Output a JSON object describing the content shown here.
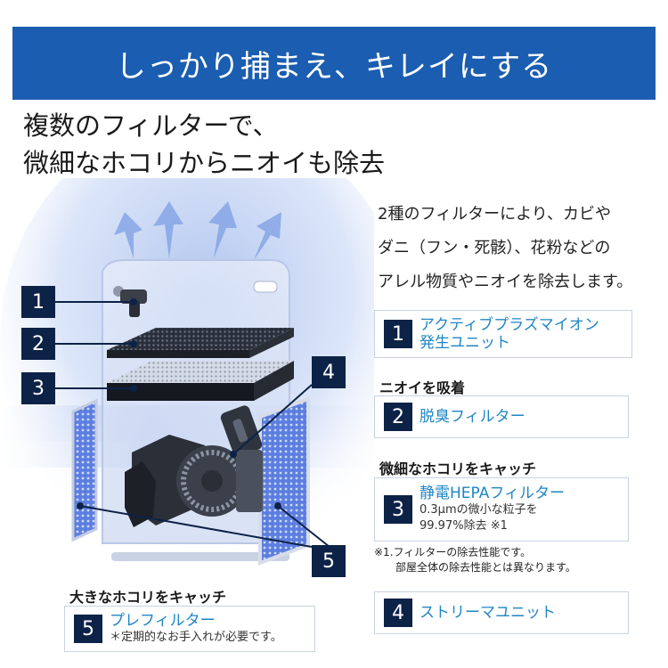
{
  "banner": {
    "title": "しっかり捕まえ、キレイにする"
  },
  "headline": {
    "line1": "複数のフィルターで、",
    "line2": "微細なホコリからニオイも除去"
  },
  "description": {
    "line1": "2種のフィルターにより、カビや",
    "line2": "ダニ（フン・死骸）、花粉などの",
    "line3": "アレル物質やニオイを除去します。"
  },
  "callouts": [
    "1",
    "2",
    "3",
    "4",
    "5"
  ],
  "features": [
    {
      "number": "1",
      "title_line1": "アクティブプラズマイオン",
      "title_line2": "発生ユニット"
    },
    {
      "section": "ニオイを吸着",
      "number": "2",
      "title": "脱臭フィルター"
    },
    {
      "section": "微細なホコリをキャッチ",
      "number": "3",
      "title": "静電HEPAフィルター",
      "detail_line1": "0.3μmの微小な粒子を",
      "detail_line2": "99.97%除去 ※1"
    },
    {
      "number": "4",
      "title": "ストリーマユニット"
    },
    {
      "section": "大きなホコリをキャッチ",
      "number": "5",
      "title": "プレフィルター",
      "detail": "＊定期的なお手入れが必要です。"
    }
  ],
  "footnote": {
    "line1": "※1.フィルターの除去性能です。",
    "line2": "部屋全体の除去性能とは異なります。"
  },
  "colors": {
    "banner": "#1b5db0",
    "badge": "#0d2247",
    "accent_text": "#1f86c4",
    "card_border": "#c8d3e3"
  }
}
